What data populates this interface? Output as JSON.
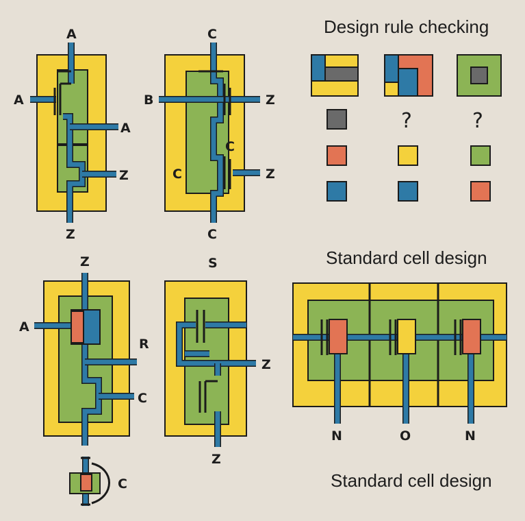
{
  "headings": {
    "drc": "Design rule checking",
    "std1": "Standard cell design",
    "std2": "Standard cell design"
  },
  "cell1": {
    "top": "A",
    "left": "A",
    "right1": "A",
    "right2": "Z",
    "bottom": "Z"
  },
  "cell2": {
    "top": "C",
    "left": "B",
    "right1": "Z",
    "mid": "C",
    "left2": "C",
    "right2": "Z",
    "bottom": "C"
  },
  "cell3": {
    "top": "Z",
    "left": "A",
    "right1": "R",
    "right2": "C",
    "cap": "C"
  },
  "cell4": {
    "top": "S",
    "right": "Z",
    "bottom": "Z"
  },
  "row": {
    "pins": [
      "N",
      "O",
      "N"
    ]
  },
  "drc": {
    "q1": "?",
    "q2": "?"
  },
  "colors": {
    "yellow": "#f4d13c",
    "green": "#8cb455",
    "blue": "#2e7aa6",
    "orange": "#e27454",
    "gray": "#6a6a6a",
    "background": "#e6e0d6"
  }
}
